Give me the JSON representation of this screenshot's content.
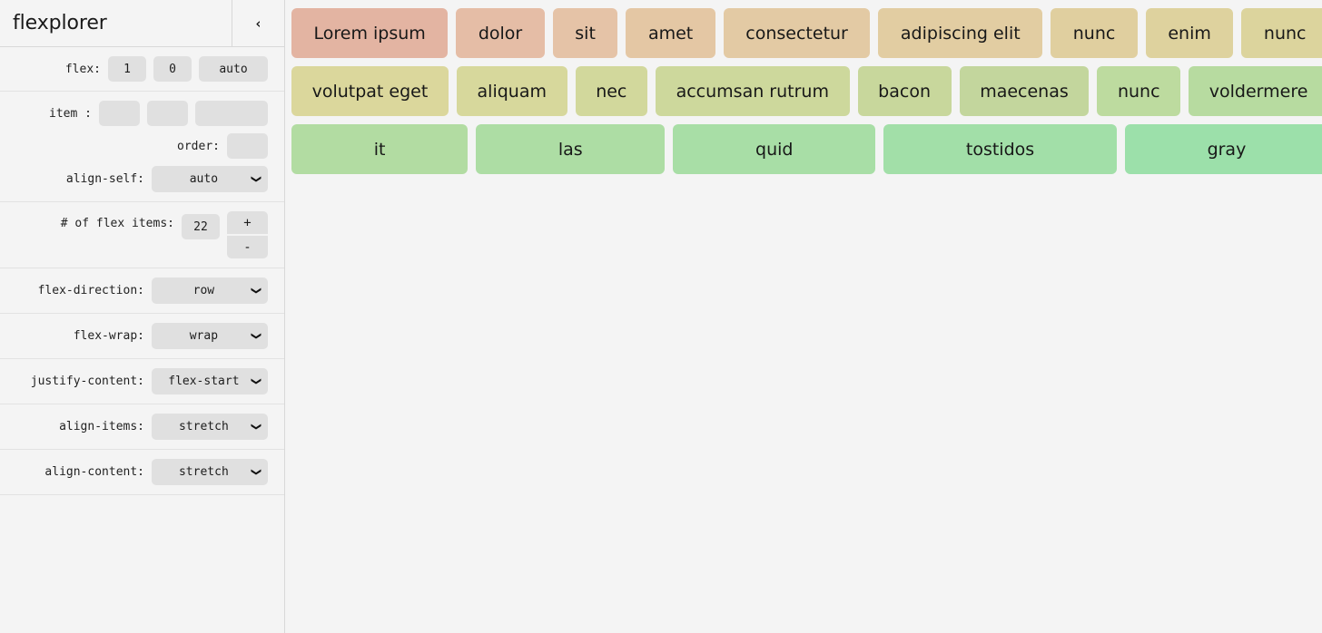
{
  "app": {
    "title": "flexplorer",
    "collapse_icon": "chevron-left-icon",
    "collapse_glyph": "‹"
  },
  "sidebar": {
    "sections": [
      {
        "name": "flex-shorthand",
        "rows": [
          {
            "label": "flex:",
            "controls": [
              {
                "kind": "text",
                "name": "flex-grow-input",
                "value": "1"
              },
              {
                "kind": "text",
                "name": "flex-shrink-input",
                "value": "0"
              },
              {
                "kind": "text",
                "name": "flex-basis-input",
                "value": "auto"
              }
            ]
          }
        ]
      },
      {
        "name": "item-properties",
        "rows": [
          {
            "label": "item :",
            "controls": [
              {
                "kind": "text",
                "name": "item-grow-input",
                "value": ""
              },
              {
                "kind": "text",
                "name": "item-shrink-input",
                "value": ""
              },
              {
                "kind": "text",
                "name": "item-basis-input",
                "value": ""
              }
            ]
          },
          {
            "label": "order:",
            "controls": [
              {
                "kind": "text",
                "name": "order-input",
                "value": ""
              }
            ]
          },
          {
            "label": "align-self:",
            "controls": [
              {
                "kind": "select",
                "name": "align-self-select",
                "value": "auto"
              }
            ]
          }
        ]
      },
      {
        "name": "item-count",
        "rows": [
          {
            "label": "# of flex items:",
            "controls": [
              {
                "kind": "text",
                "name": "flex-item-count-input",
                "value": "22"
              },
              {
                "kind": "stepper",
                "name": "flex-item-count-stepper",
                "plus": "+",
                "minus": "-"
              }
            ]
          }
        ]
      },
      {
        "name": "flex-direction",
        "rows": [
          {
            "label": "flex-direction:",
            "controls": [
              {
                "kind": "select",
                "name": "flex-direction-select",
                "value": "row"
              }
            ]
          }
        ]
      },
      {
        "name": "flex-wrap",
        "rows": [
          {
            "label": "flex-wrap:",
            "controls": [
              {
                "kind": "select",
                "name": "flex-wrap-select",
                "value": "wrap"
              }
            ]
          }
        ]
      },
      {
        "name": "justify-content",
        "rows": [
          {
            "label": "justify-content:",
            "controls": [
              {
                "kind": "select",
                "name": "justify-content-select",
                "value": "flex-start"
              }
            ]
          }
        ]
      },
      {
        "name": "align-items",
        "rows": [
          {
            "label": "align-items:",
            "controls": [
              {
                "kind": "select",
                "name": "align-items-select",
                "value": "stretch"
              }
            ]
          }
        ]
      },
      {
        "name": "align-content",
        "rows": [
          {
            "label": "align-content:",
            "controls": [
              {
                "kind": "select",
                "name": "align-content-select",
                "value": "stretch"
              }
            ]
          }
        ]
      }
    ]
  },
  "canvas": {
    "items": [
      {
        "label": "Lorem ipsum",
        "color": "#e3b4a2"
      },
      {
        "label": "dolor",
        "color": "#e5bda6"
      },
      {
        "label": "sit",
        "color": "#e5c3a7"
      },
      {
        "label": "amet",
        "color": "#e4c7a4"
      },
      {
        "label": "consectetur",
        "color": "#e3caa4"
      },
      {
        "label": "adipiscing elit",
        "color": "#e2cda2"
      },
      {
        "label": "nunc",
        "color": "#e0cf9f"
      },
      {
        "label": "enim",
        "color": "#ded29e"
      },
      {
        "label": "nunc",
        "color": "#dcd49d"
      },
      {
        "label": "volutpat eget",
        "color": "#dbd79c"
      },
      {
        "label": "aliquam",
        "color": "#d7d89c"
      },
      {
        "label": "nec",
        "color": "#d2d89c"
      },
      {
        "label": "accumsan rutrum",
        "color": "#cdd89c"
      },
      {
        "label": "bacon",
        "color": "#c8d79c"
      },
      {
        "label": "maecenas",
        "color": "#c3d69d"
      },
      {
        "label": "nunc",
        "color": "#bddb9f"
      },
      {
        "label": "voldermere",
        "color": "#b7dba0"
      },
      {
        "label": "it",
        "color": "#b2dca2"
      },
      {
        "label": "las",
        "color": "#adddA4"
      },
      {
        "label": "quid",
        "color": "#a8dea6"
      },
      {
        "label": "tostidos",
        "color": "#a2dfa8"
      },
      {
        "label": "gray",
        "color": "#9ce0aa"
      }
    ]
  }
}
